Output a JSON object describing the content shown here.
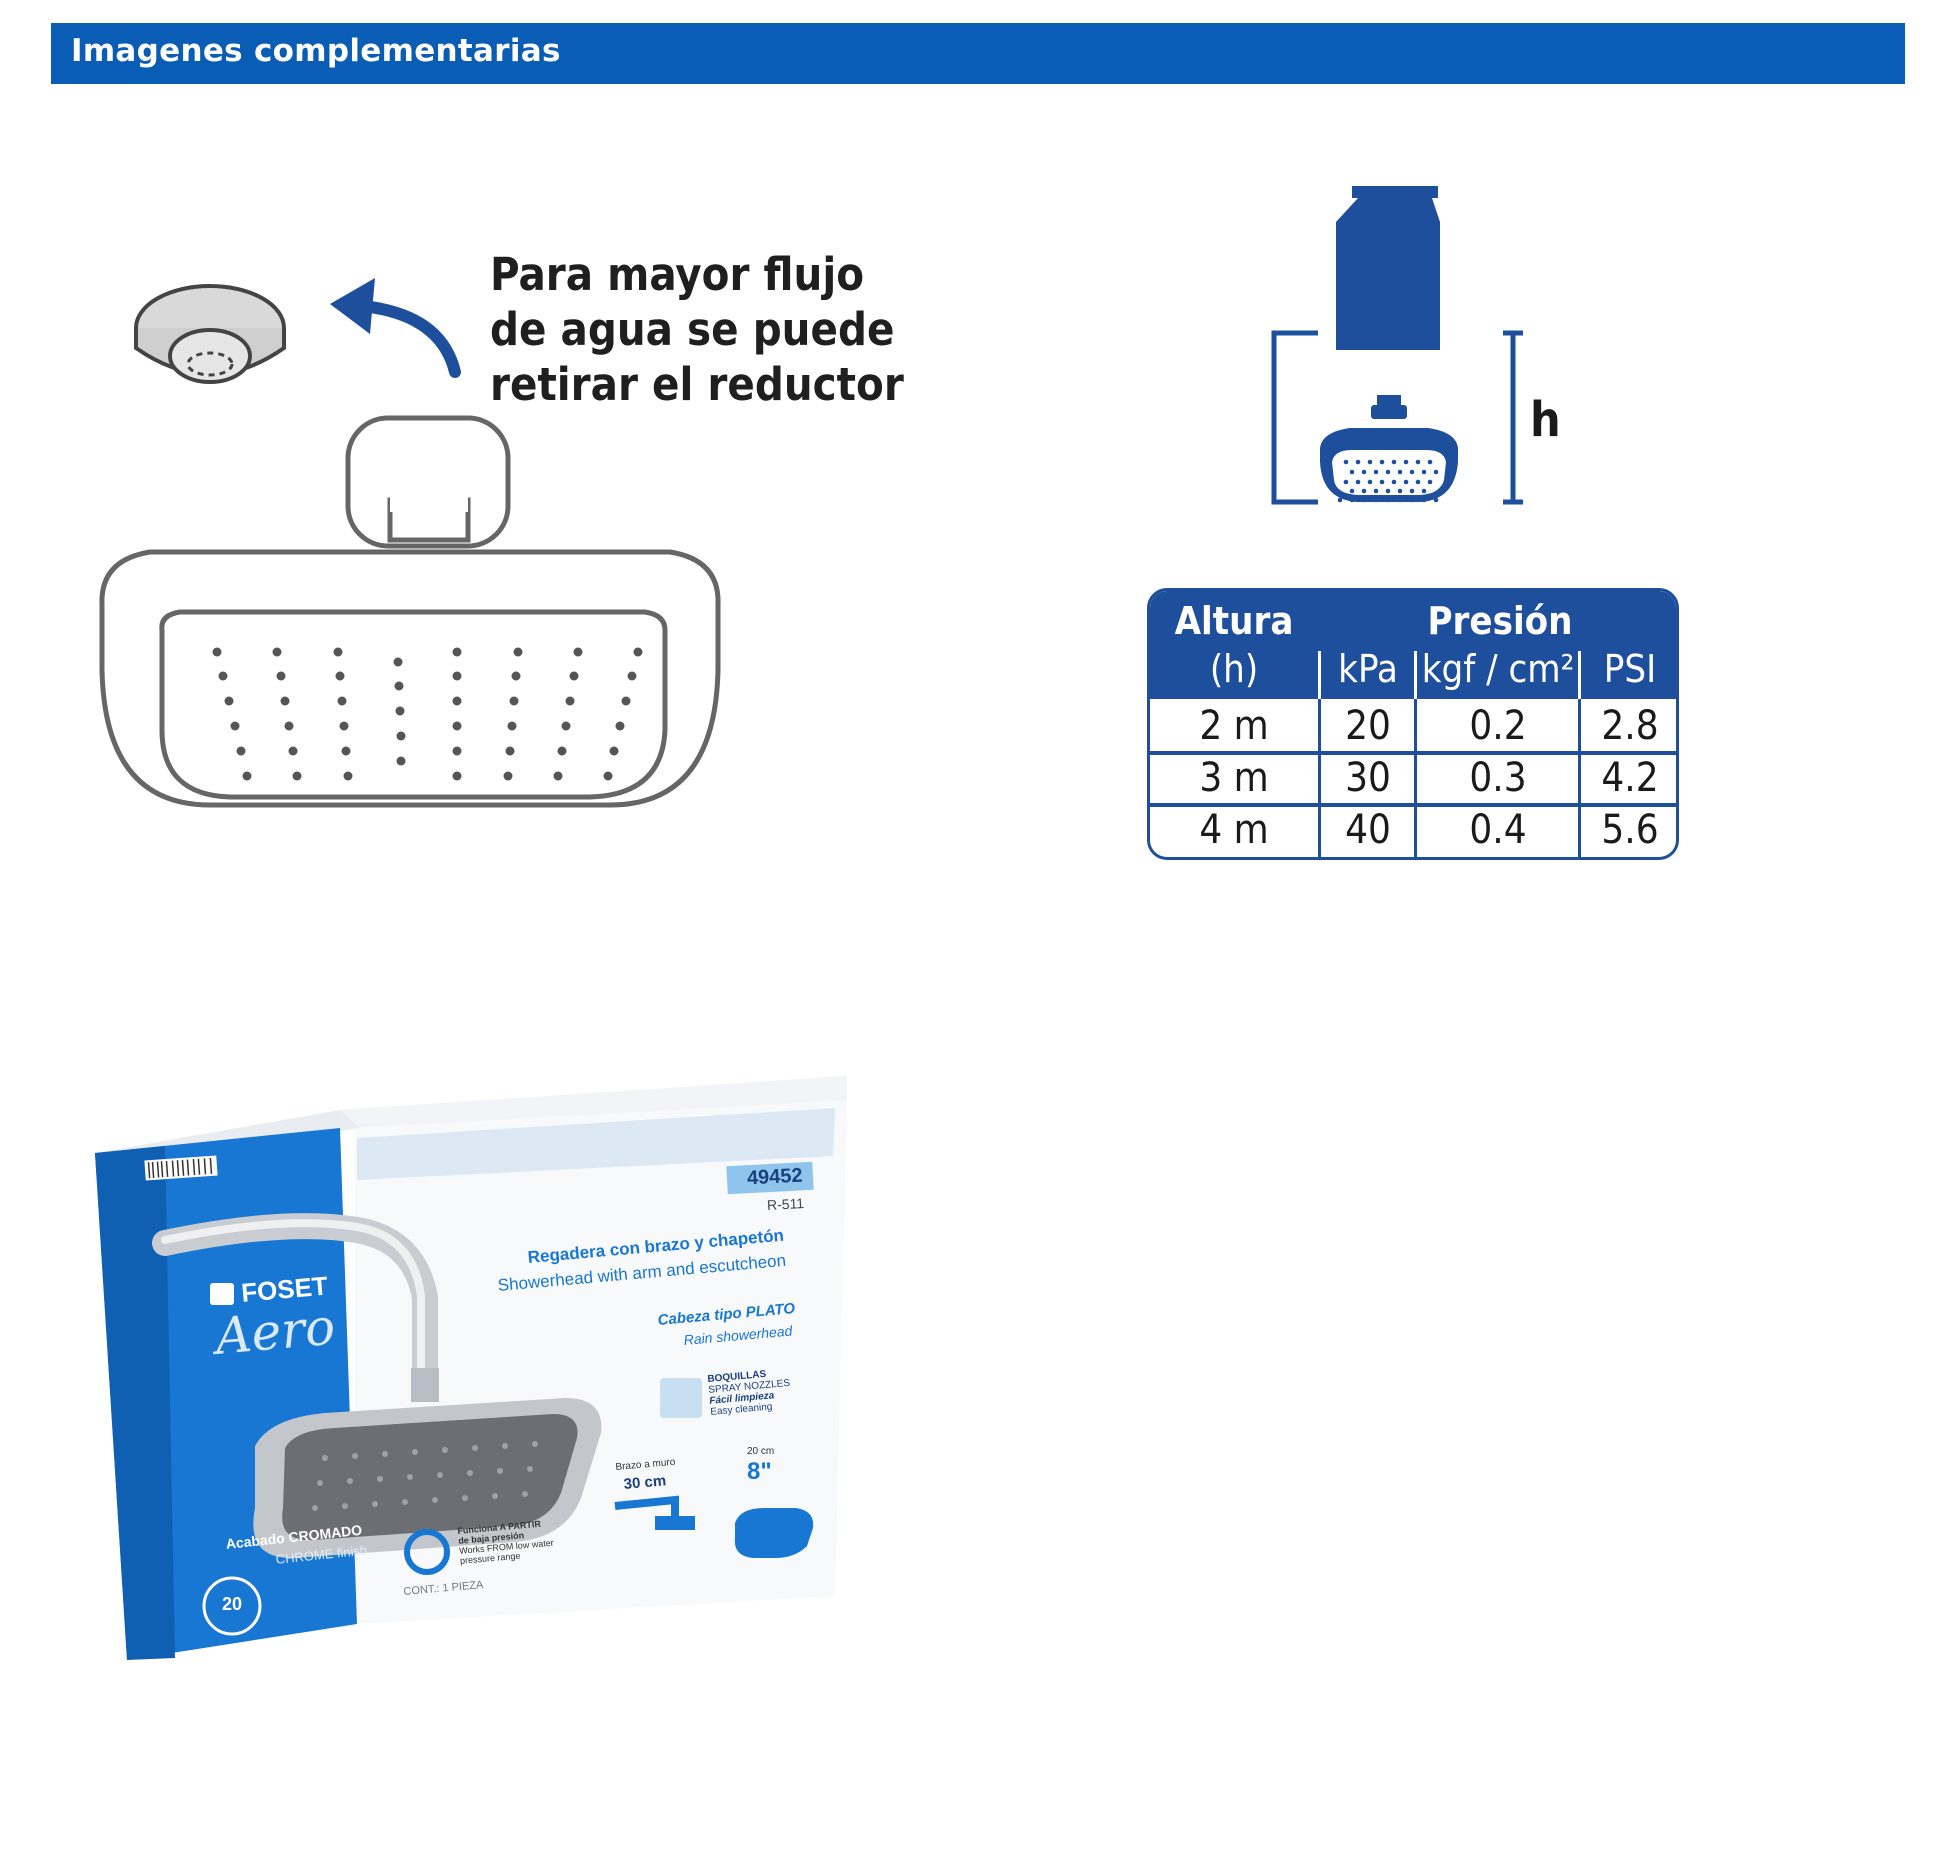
{
  "header": {
    "title": "Imagenes complementarias"
  },
  "note": {
    "lines": [
      "Para mayor flujo",
      "de agua se puede",
      "retirar el reductor"
    ]
  },
  "height_label": "h",
  "table": {
    "headers": {
      "altura": "Altura",
      "altura_sub": "(h)",
      "presion": "Presión",
      "kpa": "kPa",
      "kgf": "kgf / cm²",
      "psi": "PSI"
    },
    "rows": [
      {
        "h": "2 m",
        "kpa": "20",
        "kgf": "0.2",
        "psi": "2.8"
      },
      {
        "h": "3 m",
        "kpa": "30",
        "kgf": "0.3",
        "psi": "4.2"
      },
      {
        "h": "4 m",
        "kpa": "40",
        "kgf": "0.4",
        "psi": "5.6"
      }
    ]
  },
  "box": {
    "brand": "FOSET",
    "model_name": "Aero",
    "code": "49452",
    "ref": "R-511",
    "title_es": "Regadera con brazo y chapetón",
    "title_en": "Showerhead with arm and escutcheon",
    "type_es": "Cabeza tipo PLATO",
    "type_en": "Rain showerhead",
    "nozzles_es": "BOQUILLAS",
    "nozzles_en": "SPRAY NOZZLES",
    "clean_es": "Fácil limpieza",
    "clean_en": "Easy cleaning",
    "arm_label": "Brazo a muro",
    "arm_value": "30 cm",
    "size_cm": "20 cm",
    "size_in": "8\"",
    "pressure_es1": "Funciona A PARTIR",
    "pressure_es2": "de baja presión",
    "pressure_en1": "Works FROM low water",
    "pressure_en2": "pressure range",
    "finish_es": "Acabado CROMADO",
    "finish_en": "CHROME finish",
    "warranty": "20",
    "contents": "CONT.: 1 PIEZA"
  },
  "colors": {
    "brand_blue": "#0a5db5",
    "table_blue": "#1e4f9c",
    "box_blue": "#1777d2"
  }
}
